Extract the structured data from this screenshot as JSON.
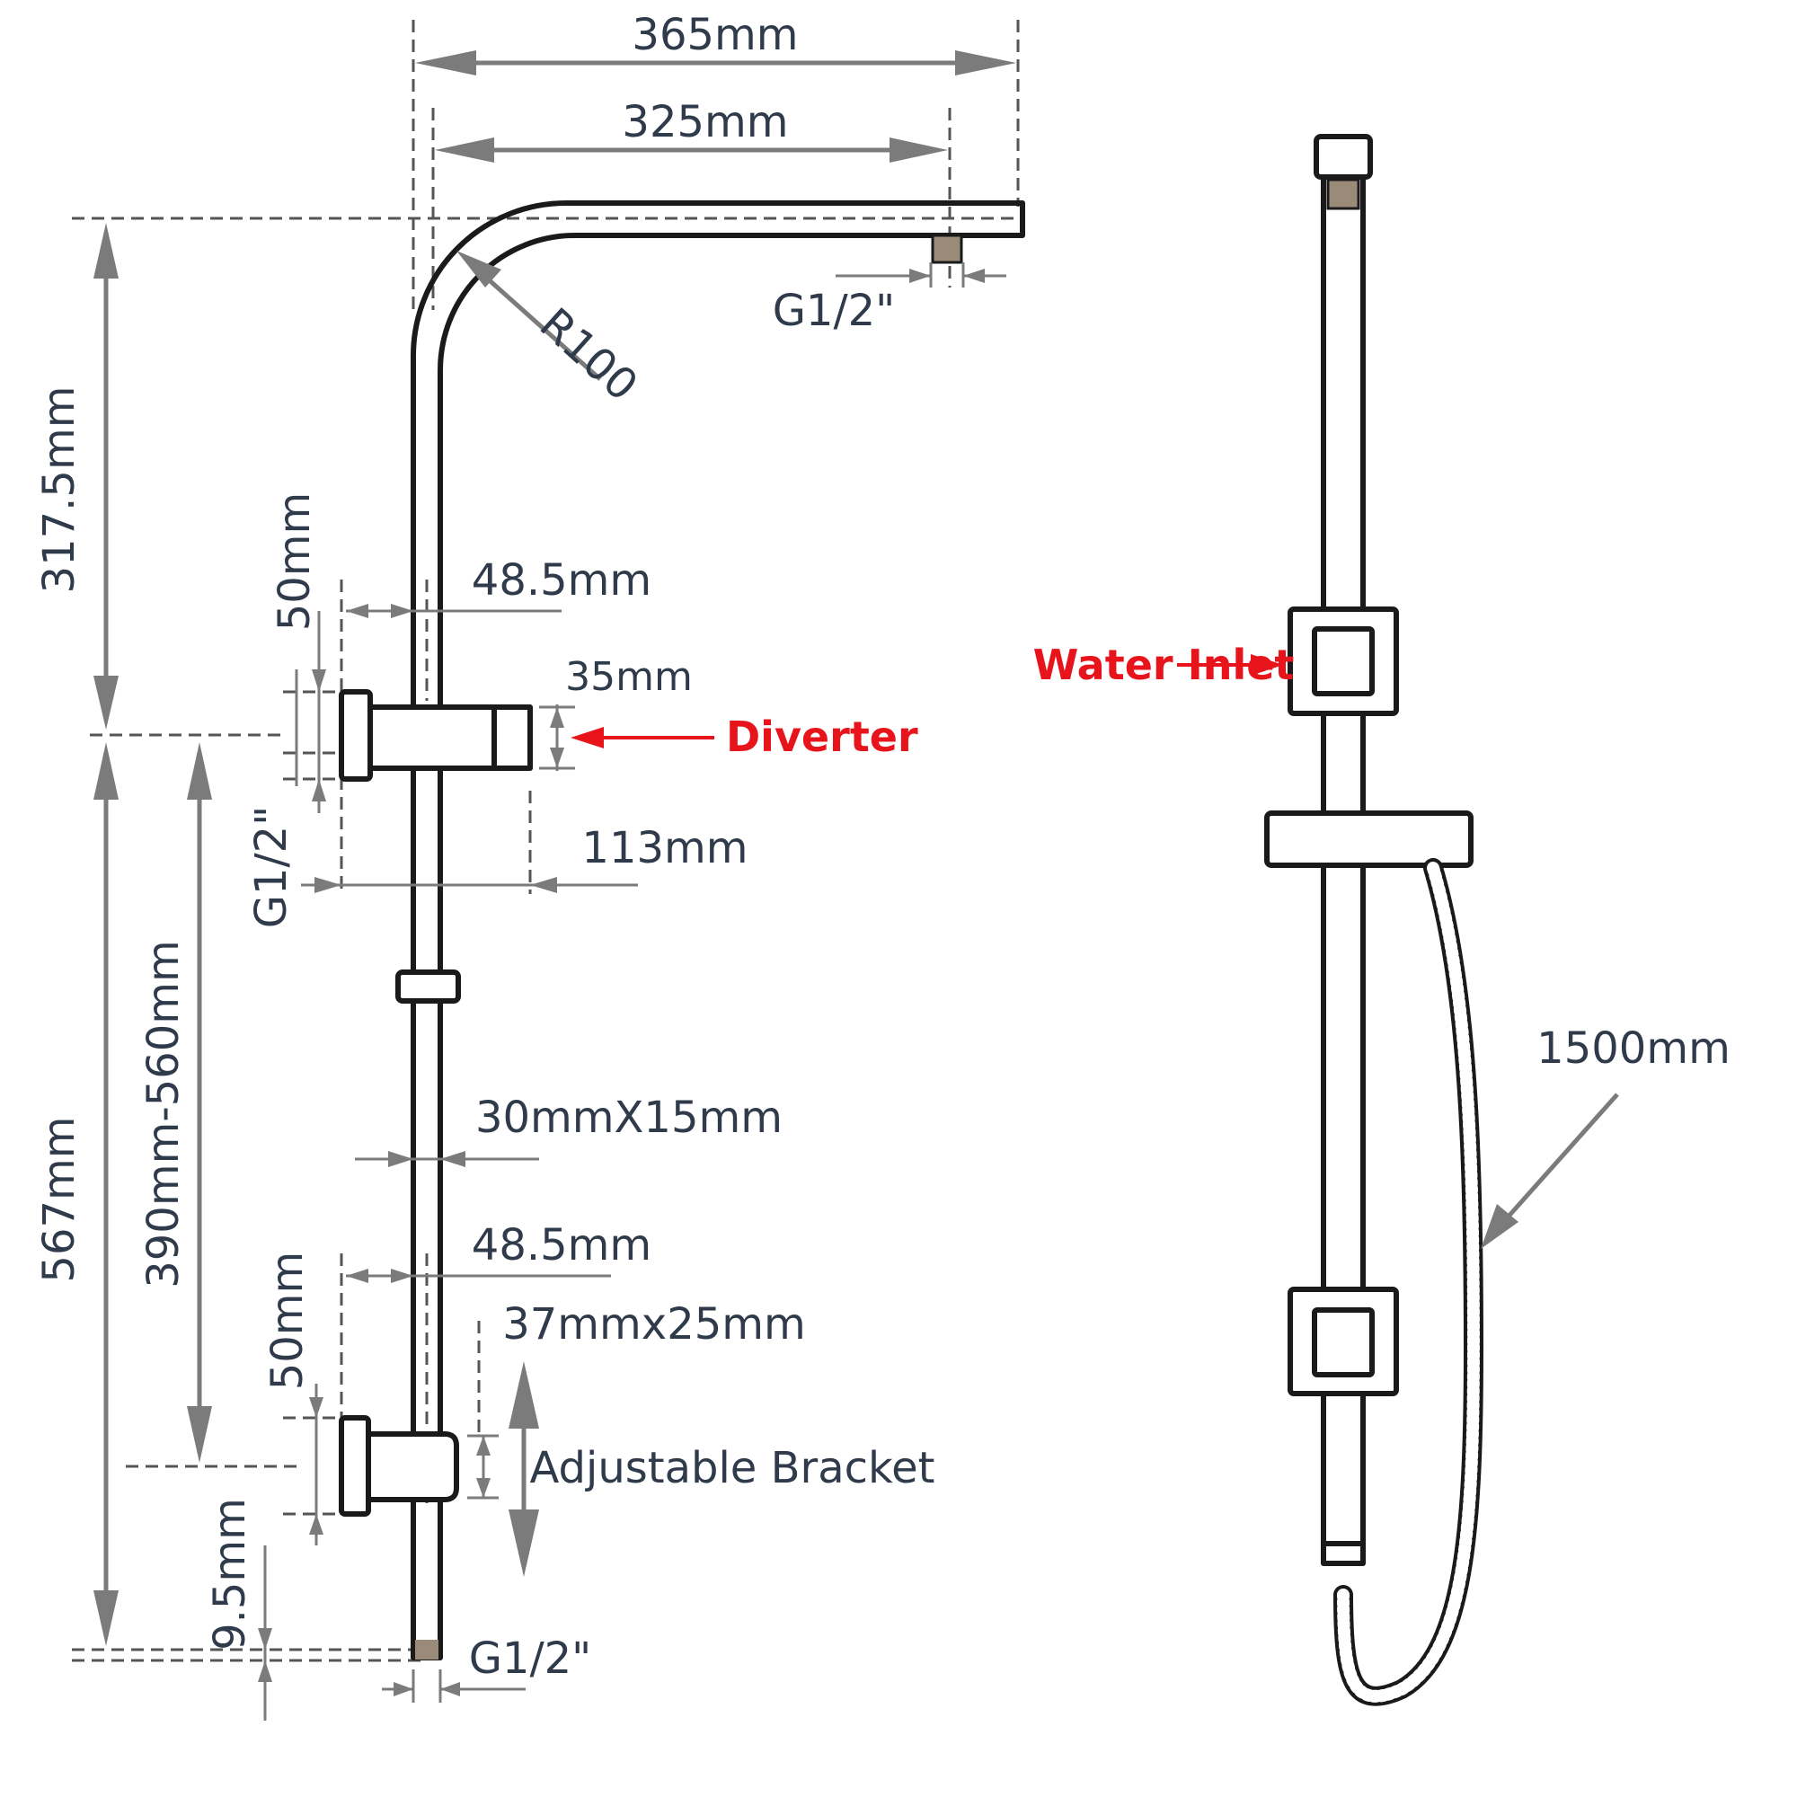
{
  "dimensions": {
    "top_width_outer": "365mm",
    "top_width_inner": "325mm",
    "outlet_thread_top": "G1/2\"",
    "radius": "R100",
    "upper_height": "317.5mm",
    "diverter_offset": "48.5mm",
    "diverter_height": "50mm",
    "diverter_side": "35mm",
    "diverter_thread": "G1/2\"",
    "diverter_width": "113mm",
    "rail_section": "30mmX15mm",
    "bracket_offset": "48.5mm",
    "bracket_size": "37mmx25mm",
    "bracket_height": "50mm",
    "lower_height": "567mm",
    "adjust_range": "390mm-560mm",
    "bottom_offset": "9.5mm",
    "bottom_thread": "G1/2\"",
    "hose_length": "1500mm"
  },
  "callouts": {
    "diverter": "Diverter",
    "water_inlet": "Water Inlet",
    "adjustable_bracket": "Adjustable Bracket"
  },
  "colors": {
    "callout_red": "#e8141c",
    "dimension_gray": "#7b7b7b",
    "outline": "#1a1a1a",
    "text": "#2f3a4a"
  }
}
